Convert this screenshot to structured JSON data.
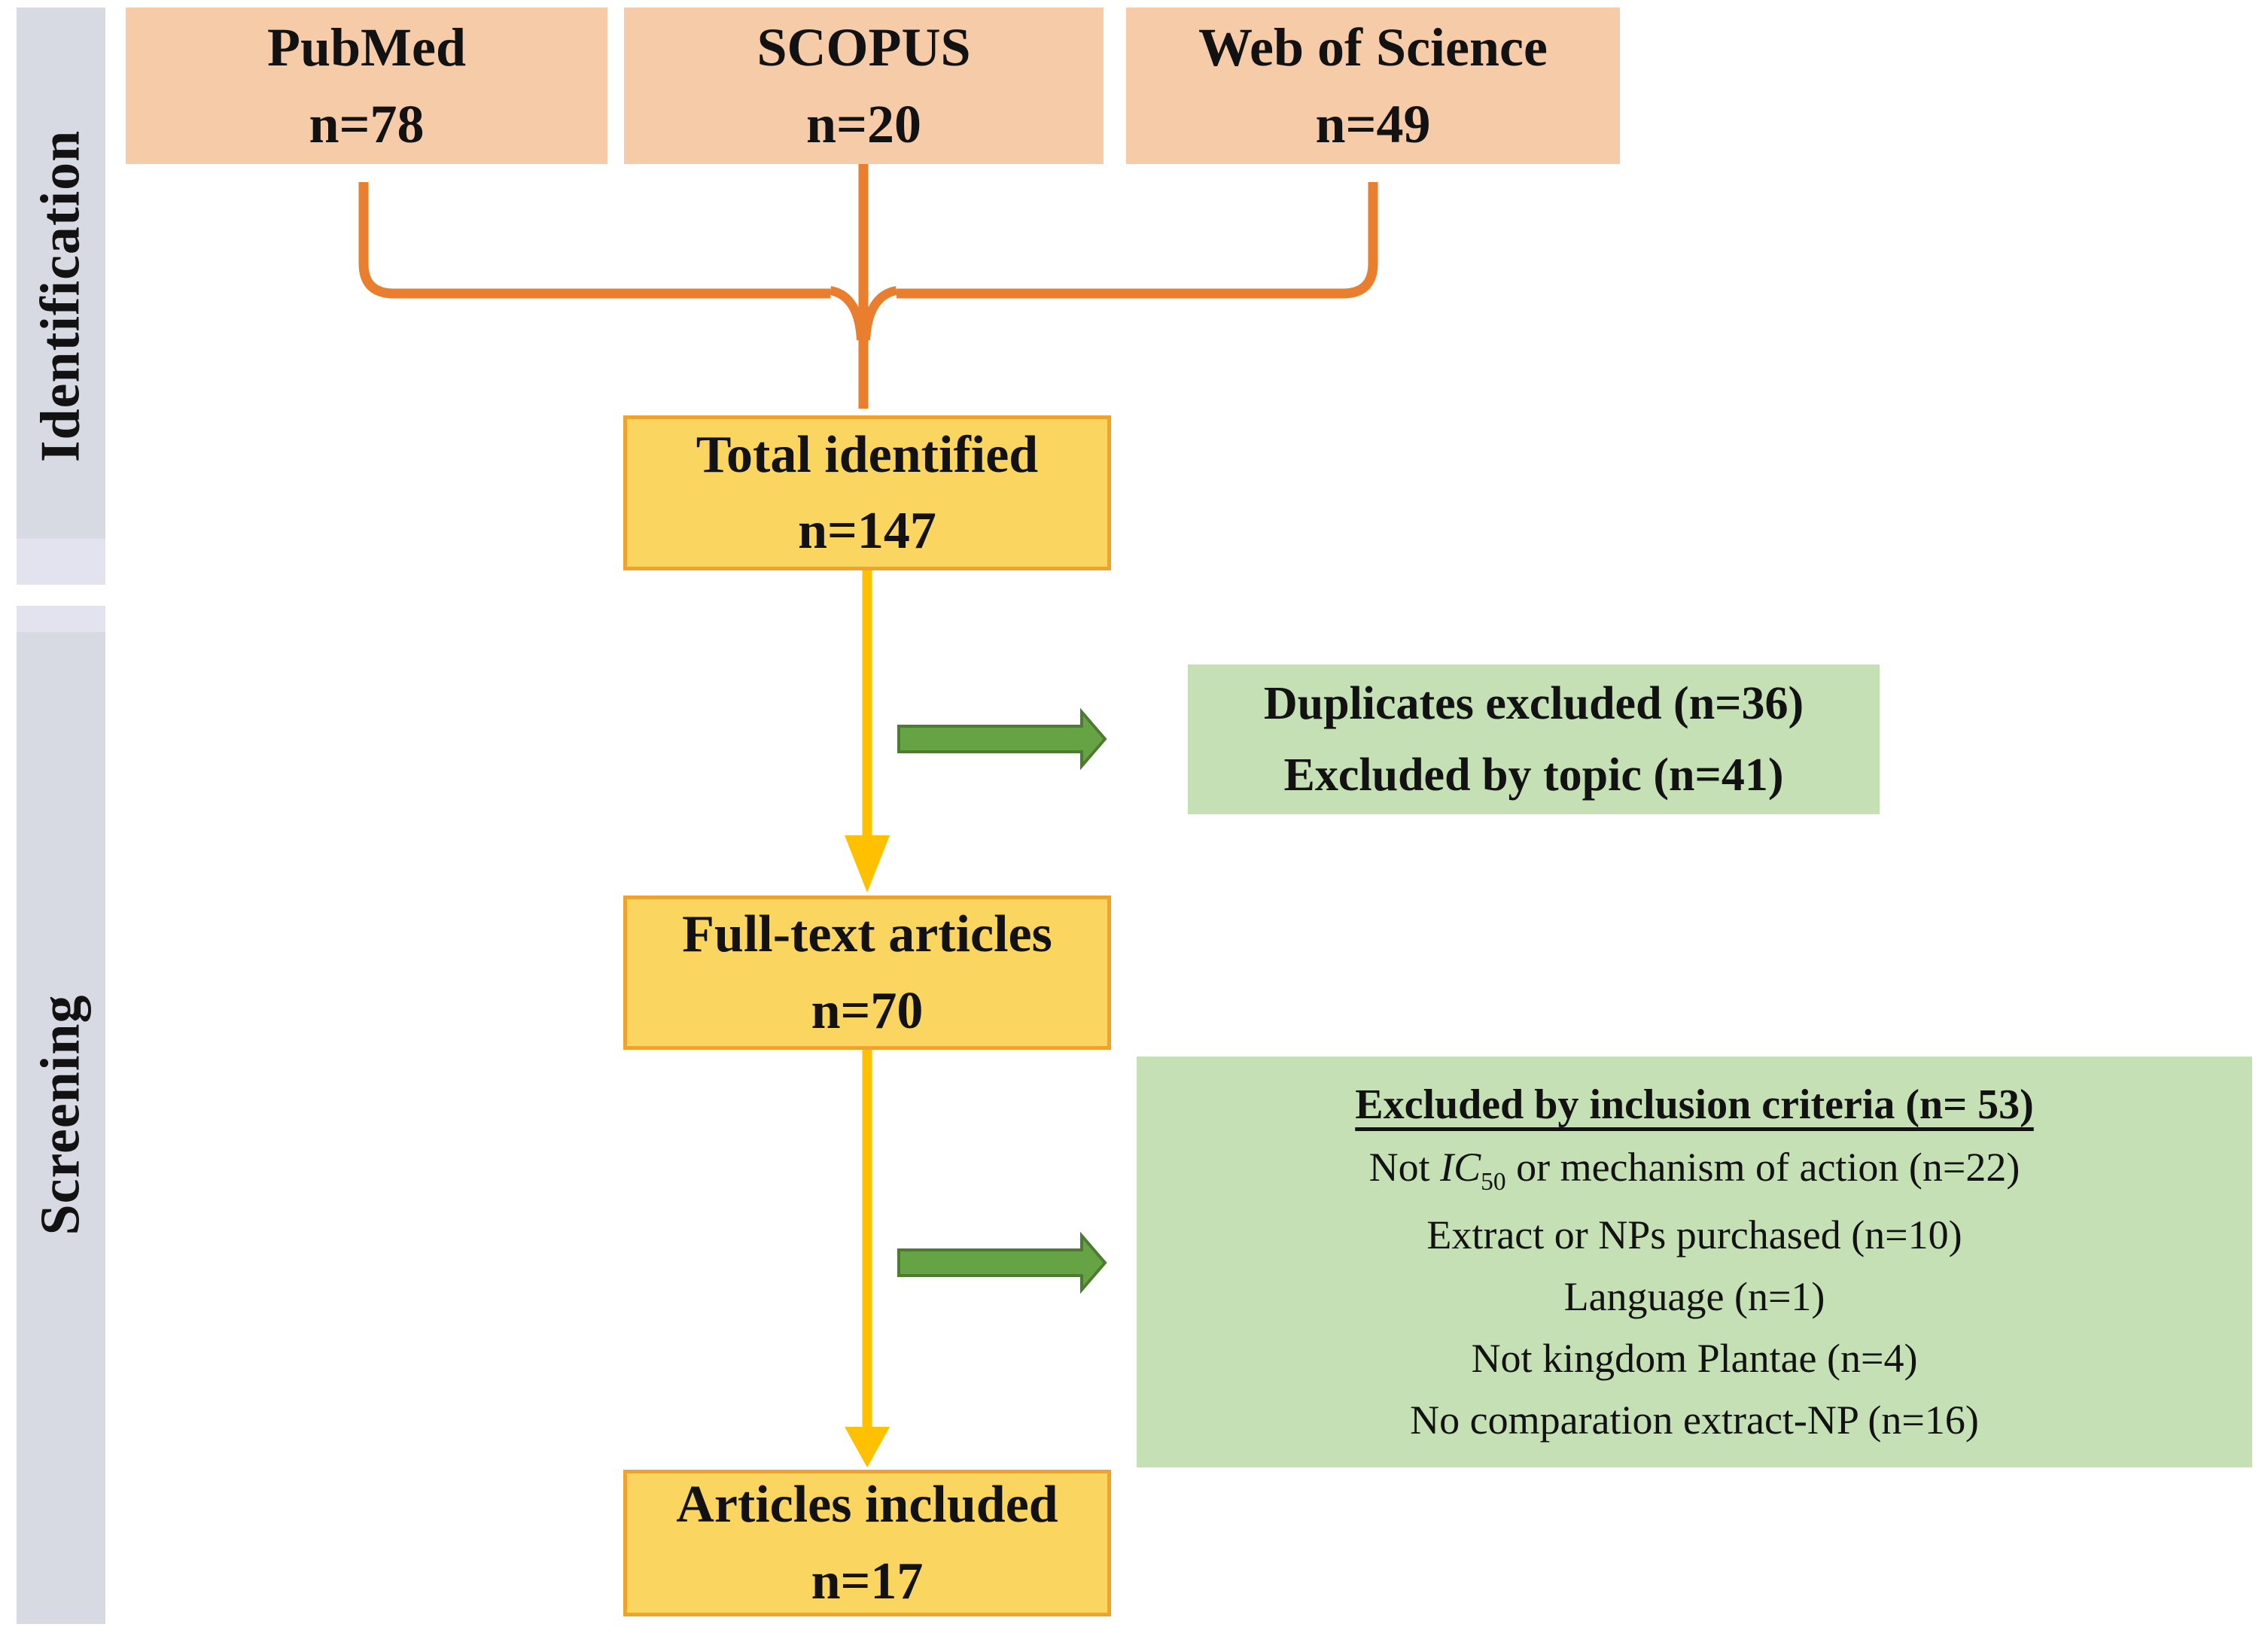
{
  "sidebar": {
    "identification_label": "Identification",
    "screening_label": "Screening"
  },
  "sources": [
    {
      "name": "PubMed",
      "count": "n=78"
    },
    {
      "name": "SCOPUS",
      "count": "n=20"
    },
    {
      "name": "Web of Science",
      "count": "n=49"
    }
  ],
  "flow": {
    "total": {
      "title": "Total identified",
      "count": "n=147"
    },
    "fulltext": {
      "title": "Full-text articles",
      "count": "n=70"
    },
    "included": {
      "title": "Articles included",
      "count": "n=17"
    }
  },
  "exclusions": {
    "screening": {
      "line1": "Duplicates excluded (n=36)",
      "line2": "Excluded by topic (n=41)"
    },
    "eligibility": {
      "heading": "Excluded by inclusion criteria (n= 53)",
      "ic50_line": {
        "prefix": "Not ",
        "ic": "IC",
        "sub": "50",
        "suffix": " or mechanism of action (n=22)"
      },
      "items": [
        "Extract or NPs purchased (n=10)",
        "Language (n=1)",
        "Not kingdom Plantae (n=4)",
        "No comparation extract-NP (n=16)"
      ]
    }
  },
  "colors": {
    "peach": "#F5CBA8",
    "yellow_fill": "#FAD55F",
    "yellow_border": "#EFA32A",
    "gold_arrow": "#FFC000",
    "orange": "#E87E2E",
    "green_fill": "#C5E0B4",
    "green_arrow": "#66A344",
    "green_arrow_border": "#4E7B32",
    "sidebar": "#D7DAE3"
  }
}
